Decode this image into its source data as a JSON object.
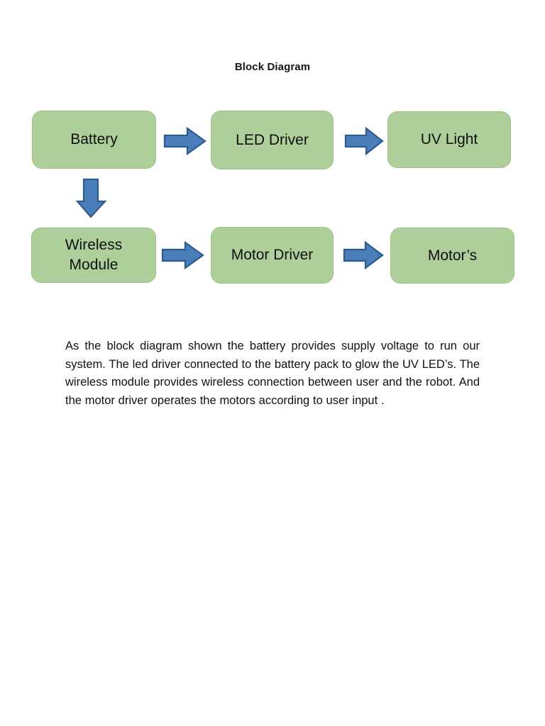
{
  "diagram": {
    "title": "Block Diagram",
    "blocks": [
      {
        "id": "battery",
        "label": "Battery"
      },
      {
        "id": "led-driver",
        "label": "LED Driver"
      },
      {
        "id": "uv-light",
        "label": "UV Light"
      },
      {
        "id": "wireless",
        "label": "Wireless\nModule"
      },
      {
        "id": "motor-driver",
        "label": "Motor Driver"
      },
      {
        "id": "motors",
        "label": "Motor’s"
      }
    ],
    "arrows": [
      {
        "id": "battery-led",
        "from": "Battery",
        "to": "LED Driver",
        "direction": "right",
        "icon": "arrow-right-icon"
      },
      {
        "id": "led-uv",
        "from": "LED Driver",
        "to": "UV Light",
        "direction": "right",
        "icon": "arrow-right-icon"
      },
      {
        "id": "battery-wireless",
        "from": "Battery",
        "to": "Wireless Module",
        "direction": "down",
        "icon": "arrow-down-icon"
      },
      {
        "id": "wireless-motordrv",
        "from": "Wireless Module",
        "to": "Motor Driver",
        "direction": "right",
        "icon": "arrow-right-icon"
      },
      {
        "id": "motordrv-motors",
        "from": "Motor Driver",
        "to": "Motor’s",
        "direction": "right",
        "icon": "arrow-right-icon"
      }
    ],
    "colors": {
      "block_fill": "#AFCF9A",
      "block_border": "#9CC383",
      "arrow_fill": "#4A7EBB",
      "arrow_border": "#2E5C8A",
      "text": "#101010",
      "page_background": "#FFFFFF"
    }
  },
  "description": {
    "text": "As the block diagram shown the battery provides supply voltage to run our system. The led driver connected to the battery pack to glow the UV LED’s. The wireless module provides wireless connection between user and the robot. And the motor driver operates the motors according to user input ."
  }
}
